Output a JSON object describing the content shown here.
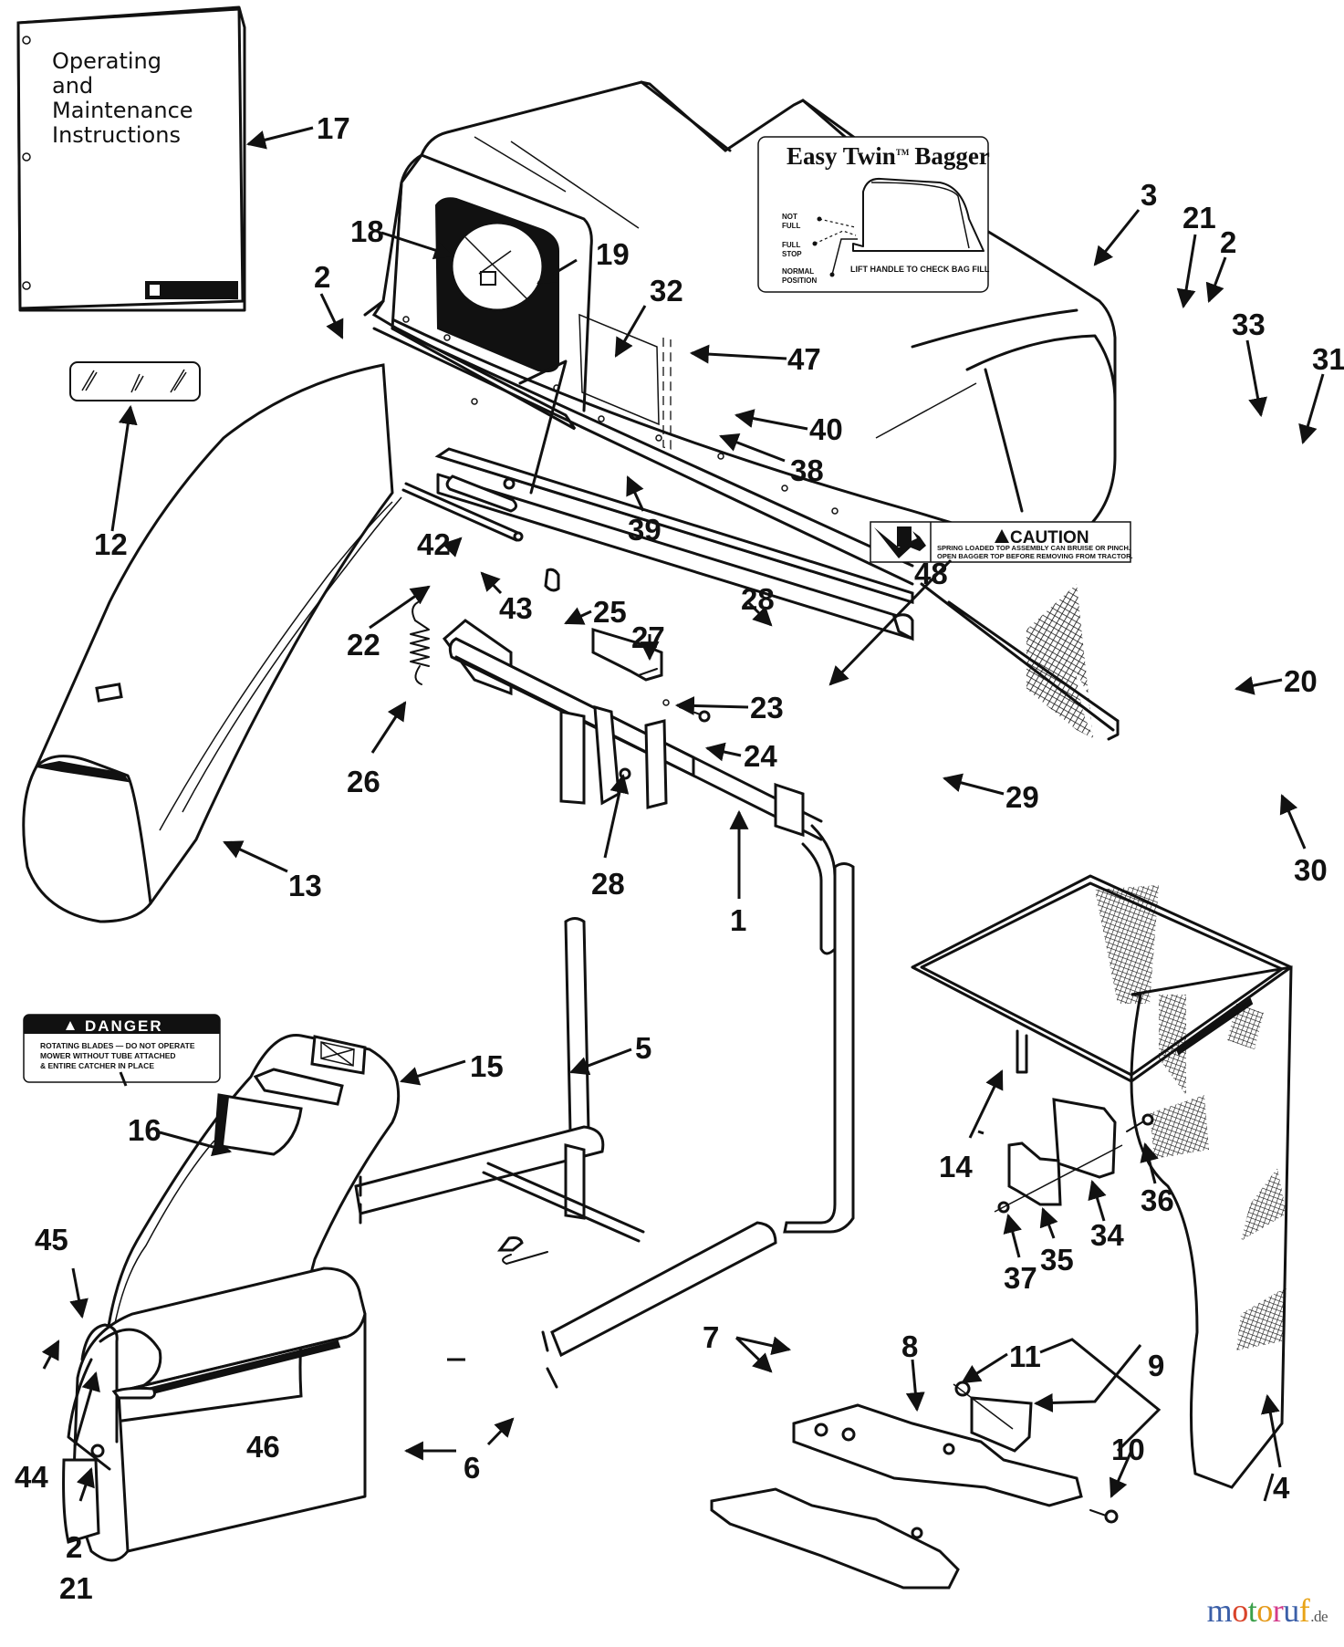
{
  "manual": {
    "title_lines": [
      "Operating",
      "and",
      "Maintenance",
      "Instructions"
    ]
  },
  "decal_easy_twin": {
    "title": "Easy Twin",
    "trademark": "TM",
    "title_suffix": "Bagger",
    "labels": {
      "not_full_1": "NOT",
      "not_full_2": "FULL",
      "full_stop_1": "FULL",
      "full_stop_2": "STOP",
      "normal_1": "NORMAL",
      "normal_2": "POSITION"
    },
    "instruction": "LIFT HANDLE TO CHECK BAG FILL"
  },
  "decal_caution": {
    "heading": "CAUTION",
    "line1": "SPRING LOADED TOP ASSEMBLY CAN BRUISE OR PINCH.",
    "line2": "OPEN BAGGER TOP BEFORE REMOVING FROM TRACTOR."
  },
  "decal_danger": {
    "heading": "DANGER",
    "line1": "ROTATING BLADES — DO NOT OPERATE",
    "line2": "MOWER  WITHOUT  TUBE  ATTACHED",
    "line3": "&  ENTIRE  CATCHER  IN  PLACE"
  },
  "callouts": [
    {
      "id": "17",
      "label": "17"
    },
    {
      "id": "18",
      "label": "18"
    },
    {
      "id": "19",
      "label": "19"
    },
    {
      "id": "2a",
      "label": "2"
    },
    {
      "id": "32",
      "label": "32"
    },
    {
      "id": "47",
      "label": "47"
    },
    {
      "id": "3",
      "label": "3"
    },
    {
      "id": "21a",
      "label": "21"
    },
    {
      "id": "2b",
      "label": "2"
    },
    {
      "id": "33",
      "label": "33"
    },
    {
      "id": "31",
      "label": "31"
    },
    {
      "id": "40",
      "label": "40"
    },
    {
      "id": "38",
      "label": "38"
    },
    {
      "id": "39",
      "label": "39"
    },
    {
      "id": "12",
      "label": "12"
    },
    {
      "id": "42",
      "label": "42"
    },
    {
      "id": "43",
      "label": "43"
    },
    {
      "id": "48",
      "label": "48"
    },
    {
      "id": "22",
      "label": "22"
    },
    {
      "id": "25",
      "label": "25"
    },
    {
      "id": "27",
      "label": "27"
    },
    {
      "id": "28a",
      "label": "28"
    },
    {
      "id": "20",
      "label": "20"
    },
    {
      "id": "23",
      "label": "23"
    },
    {
      "id": "24",
      "label": "24"
    },
    {
      "id": "26",
      "label": "26"
    },
    {
      "id": "29",
      "label": "29"
    },
    {
      "id": "28b",
      "label": "28"
    },
    {
      "id": "1",
      "label": "1"
    },
    {
      "id": "30",
      "label": "30"
    },
    {
      "id": "13",
      "label": "13"
    },
    {
      "id": "15",
      "label": "15"
    },
    {
      "id": "16",
      "label": "16"
    },
    {
      "id": "5",
      "label": "5"
    },
    {
      "id": "14",
      "label": "14"
    },
    {
      "id": "36",
      "label": "36"
    },
    {
      "id": "34",
      "label": "34"
    },
    {
      "id": "35",
      "label": "35"
    },
    {
      "id": "37",
      "label": "37"
    },
    {
      "id": "45",
      "label": "45"
    },
    {
      "id": "11",
      "label": "11"
    },
    {
      "id": "9",
      "label": "9"
    },
    {
      "id": "8",
      "label": "8"
    },
    {
      "id": "46",
      "label": "46"
    },
    {
      "id": "6",
      "label": "6"
    },
    {
      "id": "7",
      "label": "7"
    },
    {
      "id": "10",
      "label": "10"
    },
    {
      "id": "4",
      "label": "4"
    },
    {
      "id": "44",
      "label": "44"
    },
    {
      "id": "2c",
      "label": "2"
    },
    {
      "id": "21b",
      "label": "21"
    }
  ],
  "watermark": {
    "letters": [
      "m",
      "o",
      "t",
      "o",
      "r",
      "u",
      "f"
    ],
    "colors": [
      "#3b5fa8",
      "#d9442a",
      "#3aa04a",
      "#e59a1a",
      "#d43b8a",
      "#3b5fa8",
      "#e8a317"
    ],
    "tld": ".de"
  }
}
